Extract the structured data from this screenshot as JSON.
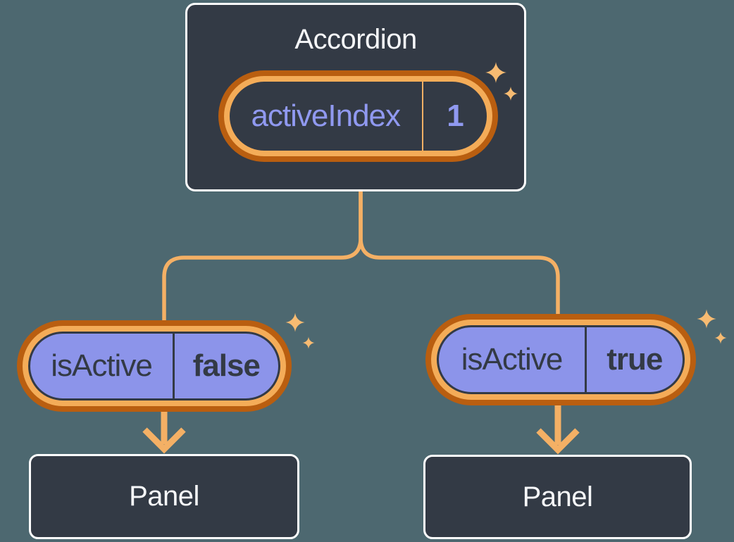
{
  "root_component": {
    "title": "Accordion",
    "state_pill": {
      "label": "activeIndex",
      "value": "1"
    }
  },
  "children": [
    {
      "prop_pill": {
        "label": "isActive",
        "value": "false"
      },
      "panel_title": "Panel"
    },
    {
      "prop_pill": {
        "label": "isActive",
        "value": "true"
      },
      "panel_title": "Panel"
    }
  ],
  "icons": {
    "sparkle": "four-point-sparkle",
    "arrow": "down-arrow"
  },
  "colors": {
    "background": "#4d6870",
    "node_fill": "#333a45",
    "node_border": "#ffffff",
    "node_text": "#f6f7f9",
    "state_text": "#9099f0",
    "prop_pill_fill": "#8c94ea",
    "prop_text": "#333a45",
    "highlight_ring_outer": "#b95e10",
    "highlight_ring_inner": "#f4ac58",
    "connector": "#f4b065",
    "sparkle": "#f7bb72"
  }
}
